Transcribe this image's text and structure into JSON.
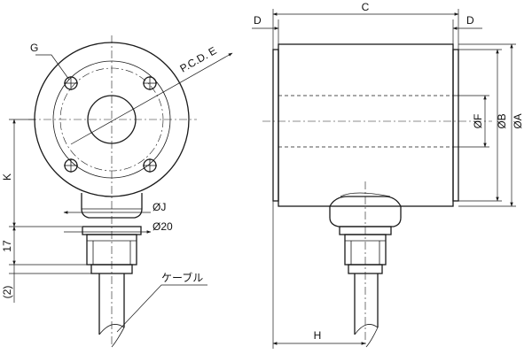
{
  "labels": {
    "G": "G",
    "pcd": "P.C.D. E",
    "K": "K",
    "J": "ØJ",
    "d20": "Ø20",
    "seventeen": "17",
    "two": "(2)",
    "cable": "ケーブル",
    "D_left": "D",
    "C": "C",
    "D_right": "D",
    "F": "ØF",
    "B": "ØB",
    "A": "ØA",
    "H": "H"
  }
}
